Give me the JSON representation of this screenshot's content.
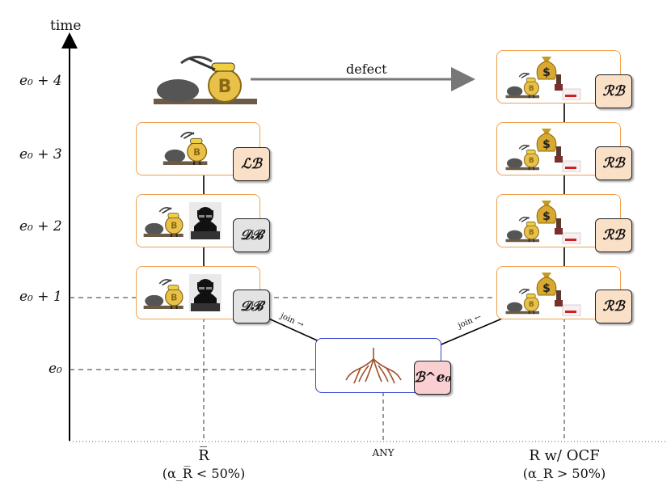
{
  "axis": {
    "y_title": "time",
    "y_ticks": [
      "e₀ + 4",
      "e₀ + 3",
      "e₀ + 2",
      "e₀ + 1",
      "e₀"
    ],
    "x_ticks": [
      {
        "main": "R̅",
        "sub": "(α_R̅ < 50%)"
      },
      {
        "main": "ANY",
        "sub": ""
      },
      {
        "main": "R w/ OCF",
        "sub": "(α_R > 50%)"
      }
    ]
  },
  "blocks": {
    "left": [
      "ℒℬ",
      "𝒟ℬ",
      "𝒟ℬ"
    ],
    "right": [
      "ℛℬ",
      "ℛℬ",
      "ℛℬ",
      "ℛℬ"
    ],
    "root": "ℬ^e₀"
  },
  "edges": {
    "join_left": "join →",
    "join_right": "join ←",
    "defect": "defect"
  },
  "icons": [
    "miner-icon",
    "hacker-icon",
    "money-bag-icon",
    "stamp-icon",
    "document-icon",
    "tree-roots-icon",
    "coal-rock-icon"
  ],
  "colors": {
    "box_border": "#f0a050",
    "root_border": "#3344cc",
    "lb_badge": "#fbe0c8",
    "db_badge": "#e3e3e3",
    "root_badge": "#f9cfd2"
  }
}
